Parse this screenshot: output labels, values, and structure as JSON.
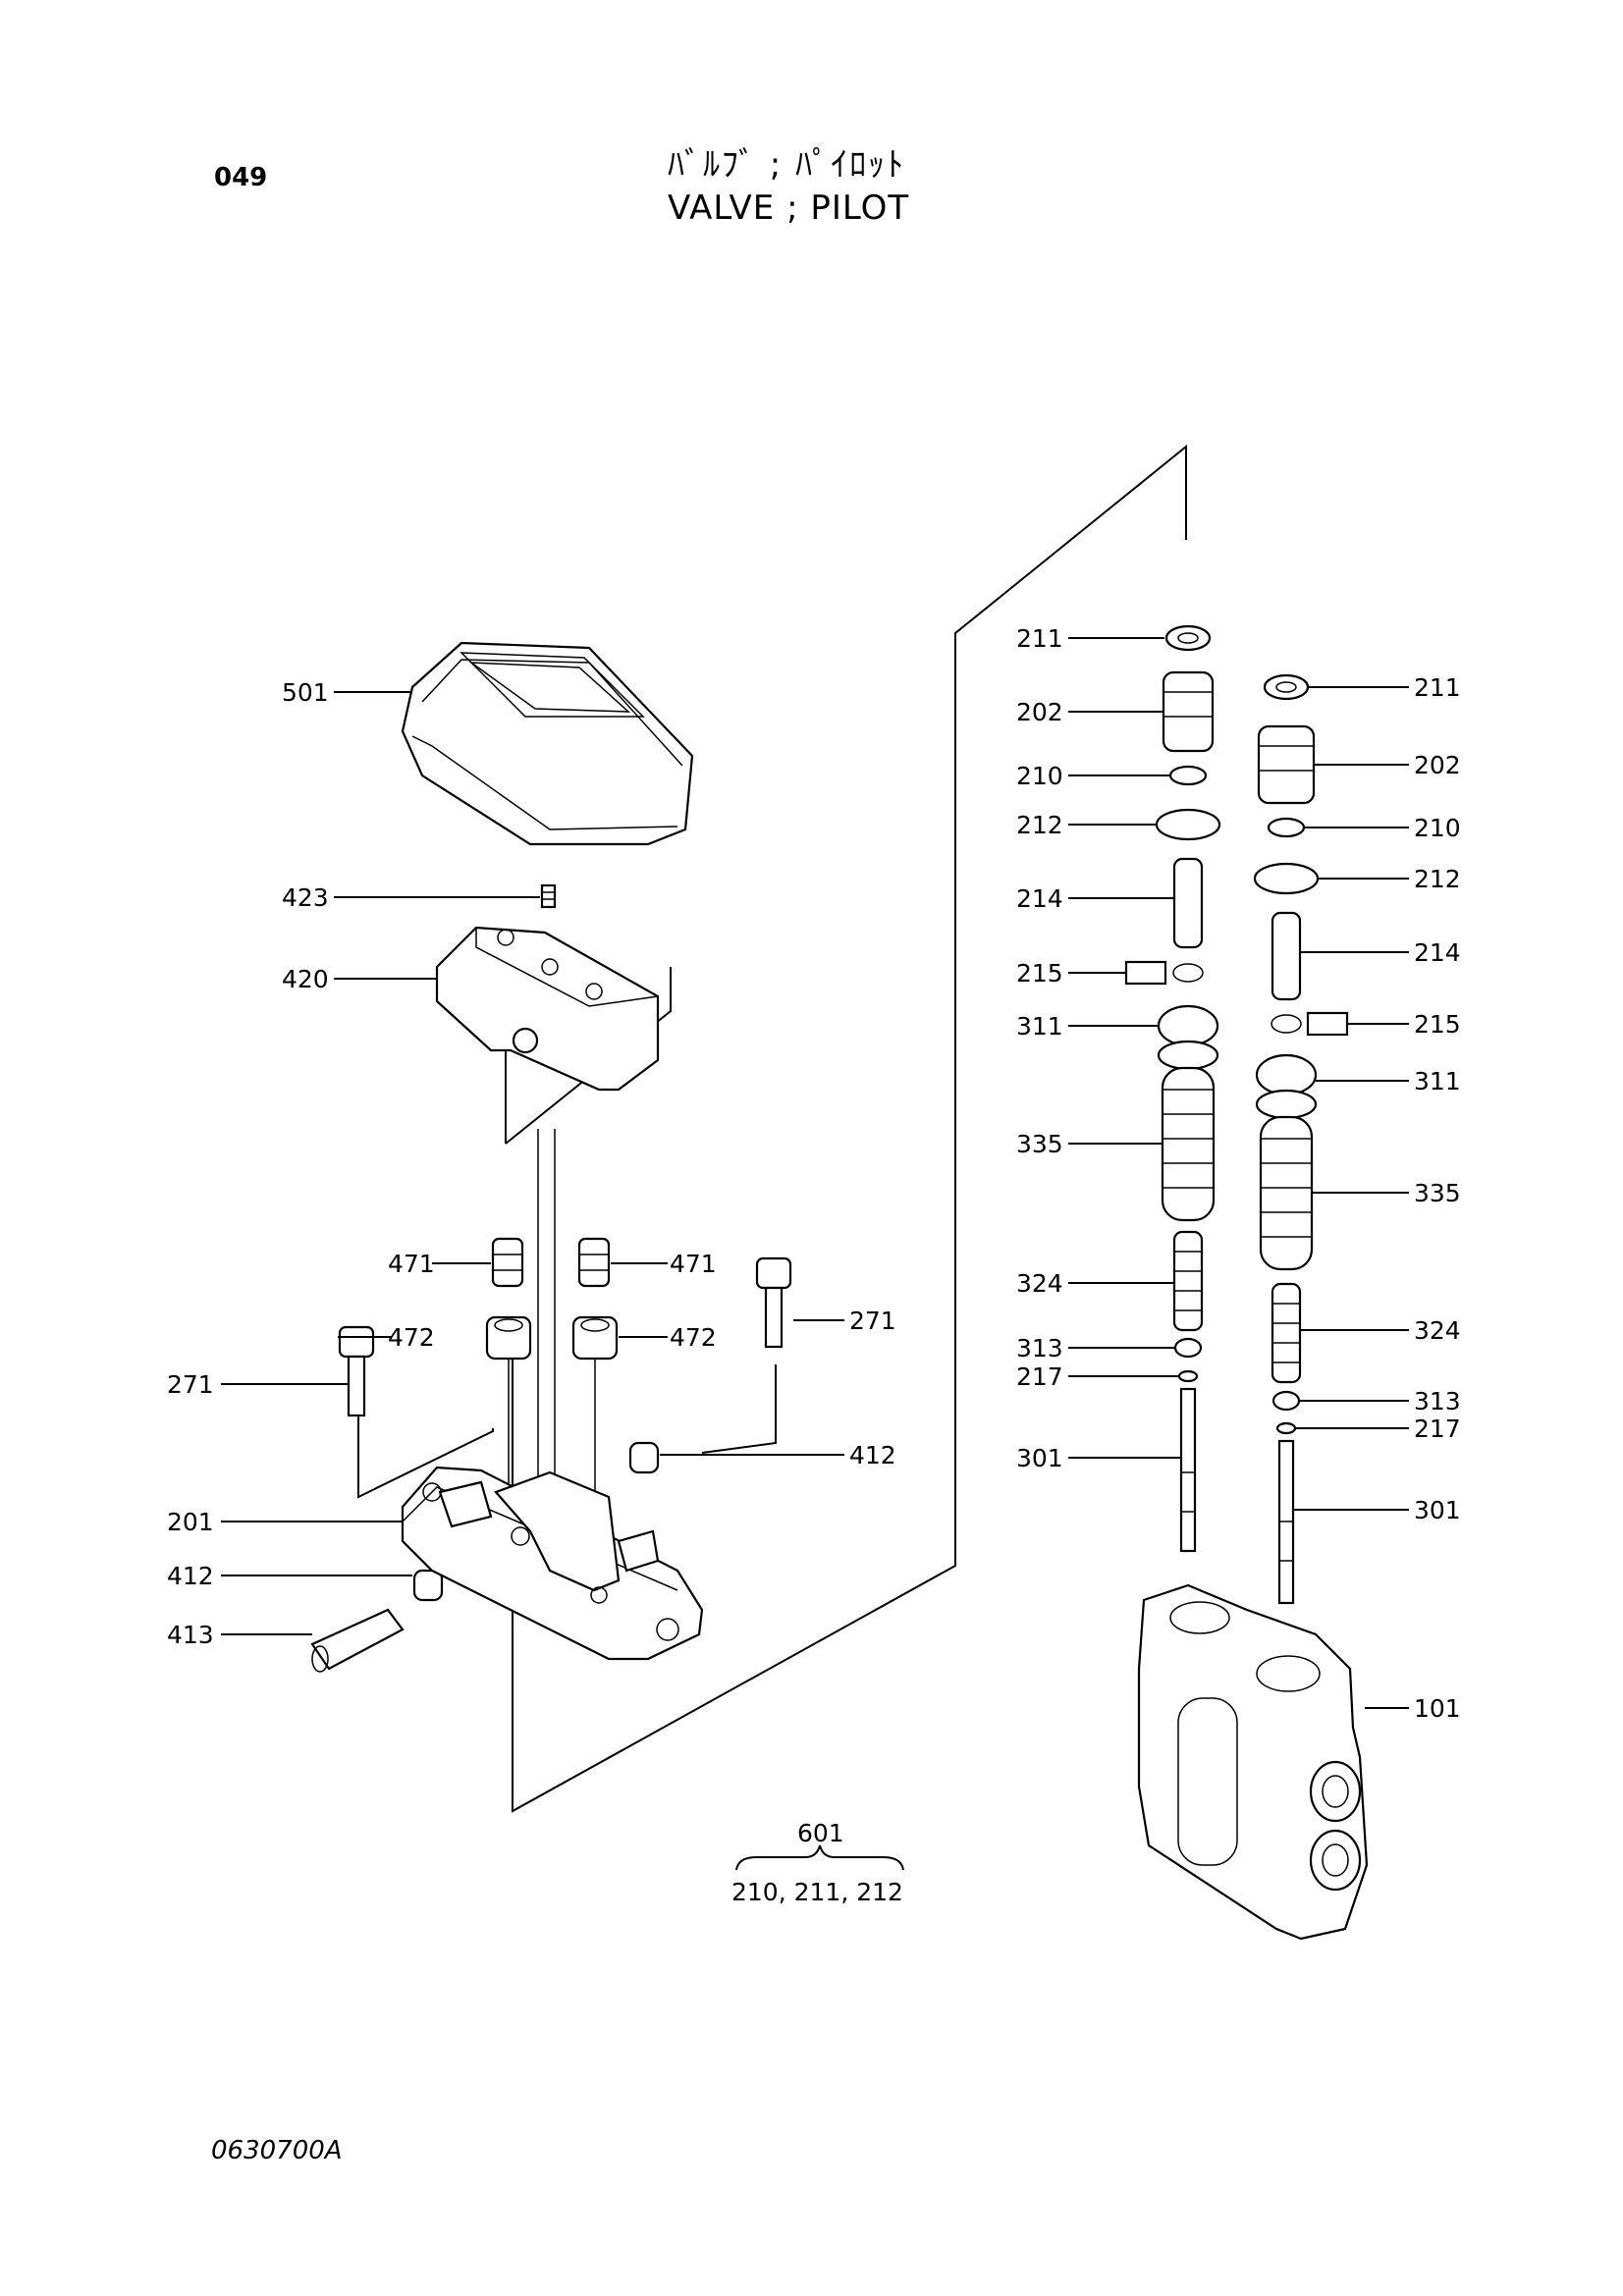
{
  "header": {
    "page_number": "049",
    "title_jp": "ﾊﾞﾙﾌﾞ ; ﾊﾟｲﾛｯﾄ",
    "title_en": "VALVE ; PILOT"
  },
  "footer": {
    "doc_code": "0630700A"
  },
  "callouts": {
    "l501": "501",
    "l423": "423",
    "l420": "420",
    "l471a": "471",
    "l471b": "471",
    "l472a": "472",
    "l472b": "472",
    "l271a": "271",
    "l271b": "271",
    "l412a": "412",
    "l412b": "412",
    "l201": "201",
    "l413": "413",
    "c211a": "211",
    "c202a": "202",
    "c210a": "210",
    "c212a": "212",
    "c214a": "214",
    "c215a": "215",
    "c311a": "311",
    "c335a": "335",
    "c324a": "324",
    "c313a": "313",
    "c217a": "217",
    "c301a": "301",
    "r211": "211",
    "r202": "202",
    "r210": "210",
    "r212": "212",
    "r214": "214",
    "r215": "215",
    "r311": "311",
    "r335": "335",
    "r324": "324",
    "r313": "313",
    "r217": "217",
    "r301": "301",
    "r101": "101"
  },
  "kit": {
    "number": "601",
    "contents": "210, 211, 212"
  }
}
